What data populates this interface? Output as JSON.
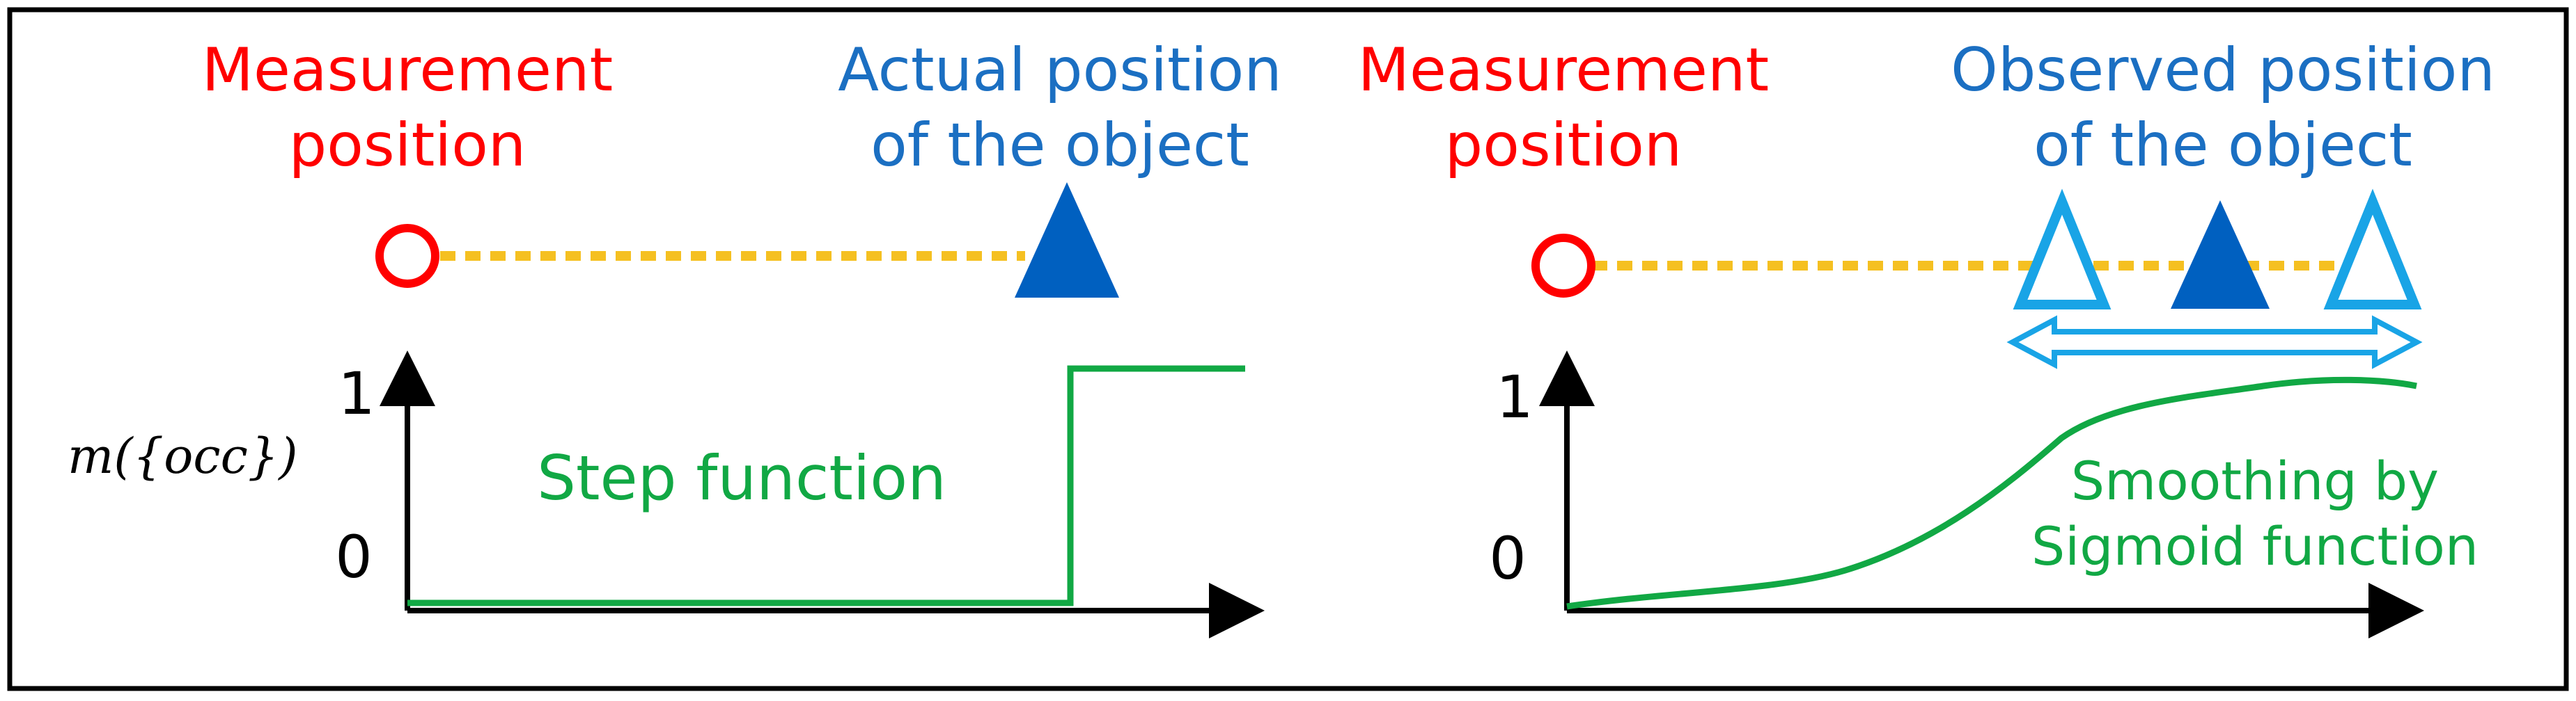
{
  "colors": {
    "frame": "#000000",
    "measurement": "#ff0000",
    "object_fill": "#0060c0",
    "object_outline": "#19a4e6",
    "dashed_line": "#f5c021",
    "curve": "#11a844",
    "axis": "#000000",
    "label_blue": "#1b6fc2"
  },
  "left_panel": {
    "measurement_label": [
      "Measurement",
      "position"
    ],
    "object_label": [
      "Actual position",
      "of the object"
    ],
    "y_axis_label": "m({occ})",
    "y_tick_1": "1",
    "y_tick_0": "0",
    "curve_label": "Step function",
    "markers": {
      "measurement": "circle-icon",
      "object": "filled-triangle-icon"
    }
  },
  "right_panel": {
    "measurement_label": [
      "Measurement",
      "position"
    ],
    "object_label": [
      "Observed position",
      "of the object"
    ],
    "y_tick_1": "1",
    "y_tick_0": "0",
    "curve_label": [
      "Smoothing by",
      "Sigmoid function"
    ],
    "markers": {
      "measurement": "circle-icon",
      "object_true": "filled-triangle-icon",
      "object_observed": "outline-triangle-icon",
      "spread": "double-arrow-icon"
    }
  }
}
